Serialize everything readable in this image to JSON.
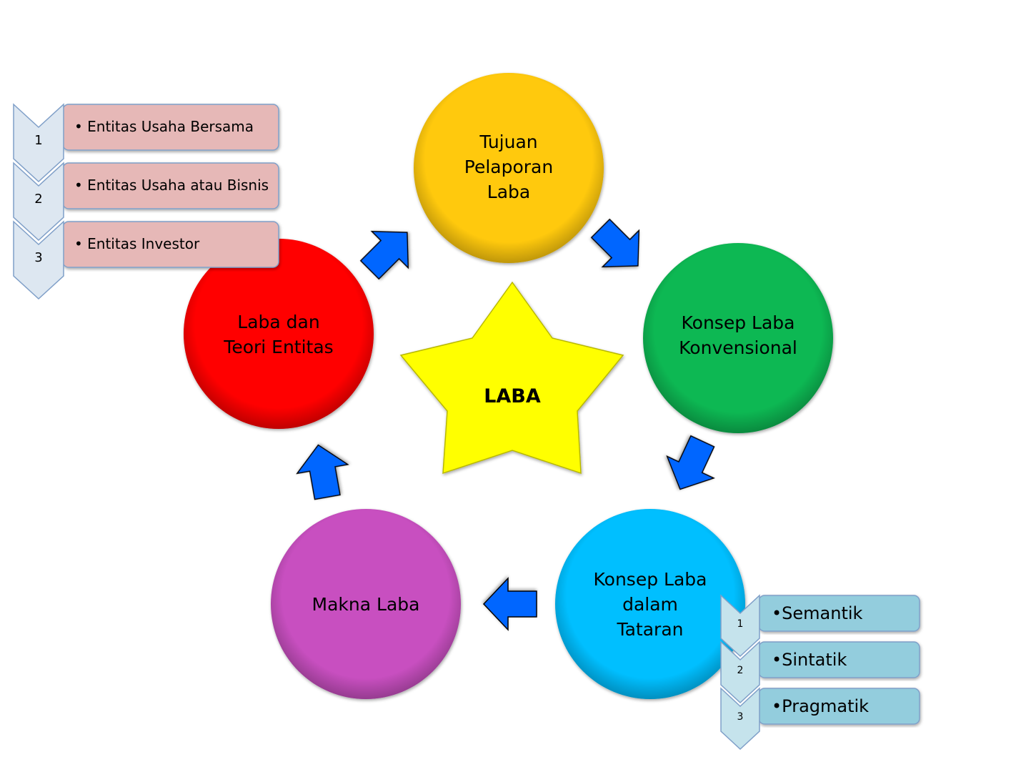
{
  "center": {
    "label": "LABA",
    "color": "#ffff00"
  },
  "nodes": [
    {
      "id": "tujuan",
      "lines": [
        "Tujuan",
        "Pelaporan",
        "Laba"
      ],
      "color": "#ffc90e"
    },
    {
      "id": "konvensional",
      "lines": [
        "Konsep Laba",
        "Konvensional"
      ],
      "color": "#0cb852"
    },
    {
      "id": "tataran",
      "lines": [
        "Konsep Laba",
        "dalam",
        "Tataran"
      ],
      "color": "#00bfff"
    },
    {
      "id": "makna",
      "lines": [
        "Makna Laba"
      ],
      "color": "#c850c0"
    },
    {
      "id": "entitas",
      "lines": [
        "Laba dan",
        "Teori Entitas"
      ],
      "color": "#ff0000"
    }
  ],
  "arrow_color": "#0066ff",
  "list_entitas": {
    "items": [
      {
        "num": "1",
        "text": "• Entitas Usaha Bersama"
      },
      {
        "num": "2",
        "text": "• Entitas Usaha atau Bisnis"
      },
      {
        "num": "3",
        "text": "• Entitas Investor"
      }
    ],
    "box_color": "#e6b8b7",
    "chevron_color": "#dde7f1"
  },
  "list_tataran": {
    "items": [
      {
        "num": "1",
        "text": "•Semantik"
      },
      {
        "num": "2",
        "text": "•Sintatik"
      },
      {
        "num": "3",
        "text": "•Pragmatik"
      }
    ],
    "box_color": "#93cddd",
    "chevron_color": "#c5e3ec"
  }
}
